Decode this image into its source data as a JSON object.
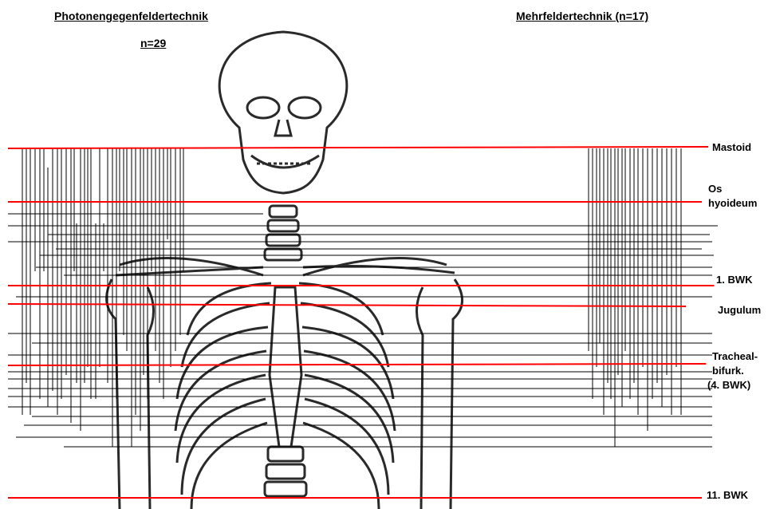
{
  "headers": {
    "left_title": "Photonengegenfeldertechnik",
    "left_n": "n=29",
    "right_title": "Mehrfeldertechnik (n=17)"
  },
  "landmarks": {
    "mastoid": "Mastoid",
    "hyoid_line1": "Os",
    "hyoid_line2": "hyoideum",
    "bwk1": "1. BWK",
    "jugulum": "Jugulum",
    "trach_line1": "Tracheal-",
    "trach_line2": "bifurk.",
    "trach_line3": "(4. BWK)",
    "bwk11": "11. BWK"
  },
  "colors": {
    "reference_line": "#ff0000",
    "field_line": "#000000",
    "skeleton": "#2a2a2a"
  }
}
